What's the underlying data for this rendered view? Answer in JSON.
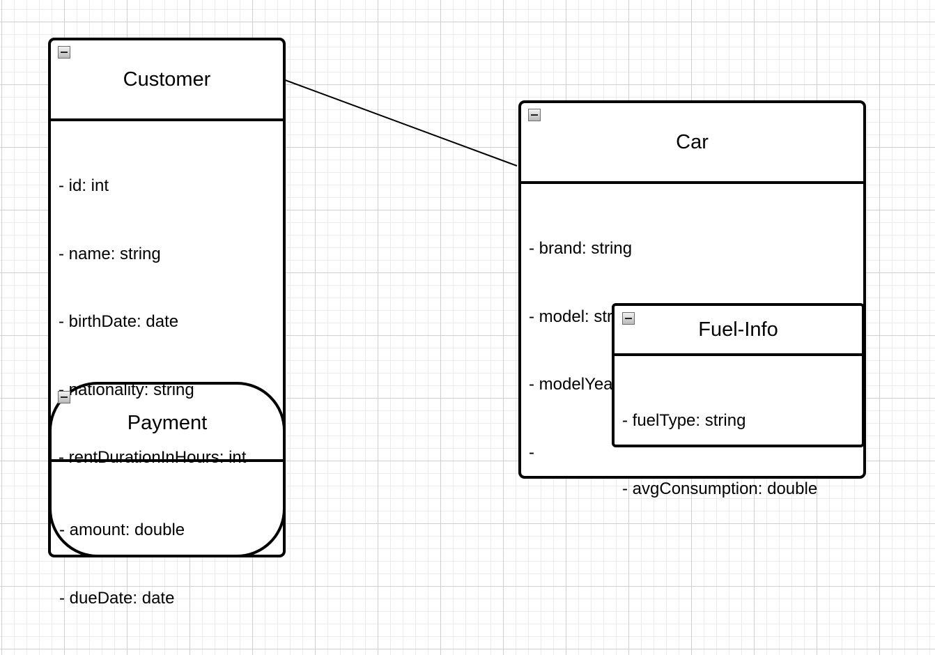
{
  "diagram": {
    "classes": {
      "customer": {
        "name": "Customer",
        "attributes": [
          "- id: int",
          "- name: string",
          "- birthDate: date",
          "- nationality: string",
          "- rentDurationInHours: int"
        ]
      },
      "payment": {
        "name": "Payment",
        "attributes": [
          "- amount: double",
          "- dueDate: date"
        ]
      },
      "car": {
        "name": "Car",
        "attributes": [
          "- brand: string",
          "- model: string",
          "- modelYear: int",
          "-"
        ]
      },
      "fuel_info": {
        "name": "Fuel-Info",
        "attributes": [
          "- fuelType: string",
          "- avgConsumption: double"
        ]
      }
    },
    "connections": [
      {
        "from": "Customer",
        "to": "Car",
        "kind": "association"
      }
    ],
    "icons": {
      "collapse": "collapse-minus-icon"
    }
  }
}
